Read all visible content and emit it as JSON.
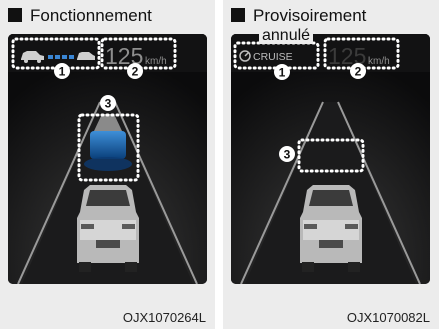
{
  "panels": [
    {
      "title": "Fonctionnement",
      "caption": "OJX1070264L",
      "speed": "125",
      "unit": "km/h",
      "markers": [
        "1",
        "2",
        "3"
      ]
    },
    {
      "title": "Provisoirement",
      "annotation": "annulé",
      "caption": "OJX1070082L",
      "indicator": "CRUISE",
      "speed": "125",
      "unit": "km/h",
      "markers": [
        "1",
        "2",
        "3"
      ]
    }
  ],
  "colors": {
    "accent": "#1f73c4",
    "panel_bg": "#ececec",
    "screen_bg": "#0c0c0d"
  }
}
